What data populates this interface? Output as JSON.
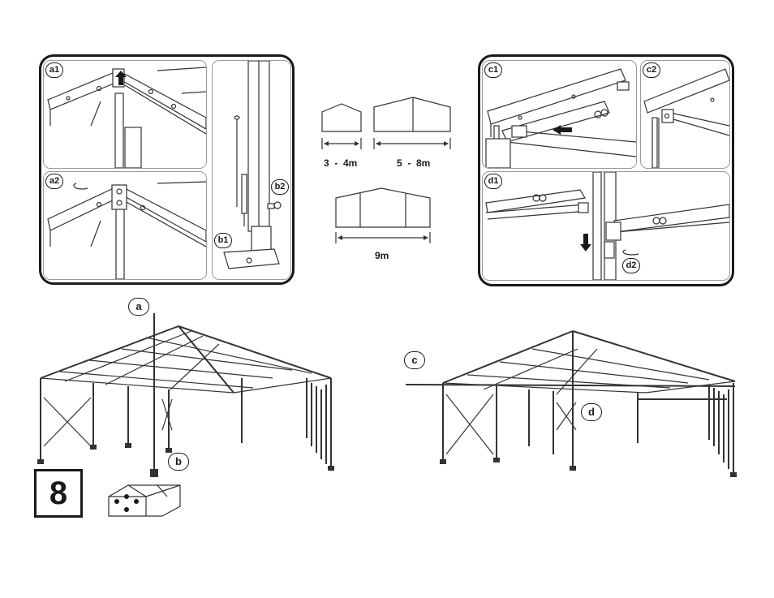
{
  "labels": {
    "a1": "a1",
    "a2": "a2",
    "b1": "b1",
    "b2": "b2",
    "c1": "c1",
    "c2": "c2",
    "d1": "d1",
    "d2": "d2",
    "a": "a",
    "b": "b",
    "c": "c",
    "d": "d"
  },
  "dimensions": {
    "small": "3  -  4m",
    "medium": "5  -  8m",
    "large": "9m"
  },
  "step": {
    "number": "8"
  },
  "icons": {
    "up-arrow": "arrow-up-icon",
    "down-arrow": "arrow-down-icon",
    "push-arrow": "arrow-right-icon"
  }
}
